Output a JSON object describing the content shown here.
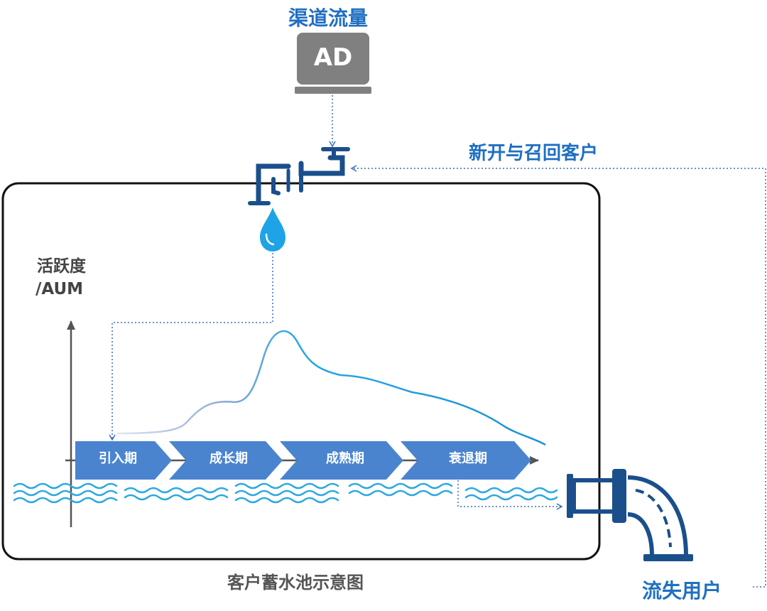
{
  "labels": {
    "channel_traffic": "渠道流量",
    "ad_badge": "AD",
    "new_and_recall": "新开与召回客户",
    "y_axis": "活跃度",
    "y_axis_unit": "/AUM",
    "lost_users": "流失用户",
    "caption": "客户蓄水池示意图"
  },
  "stages": [
    "引入期",
    "成长期",
    "成熟期",
    "衰退期"
  ],
  "colors": {
    "accent_blue": "#1f6fc2",
    "stage_fill": "#4a84cf",
    "pipe_navy": "#1b4f8c",
    "drop_blue": "#1ea4e6",
    "wave_blue": "#2aa8e0",
    "ad_gray": "#808080"
  },
  "icons": [
    "faucet-icon",
    "water-drop-icon",
    "drain-pipe-icon",
    "ad-monitor-icon"
  ]
}
